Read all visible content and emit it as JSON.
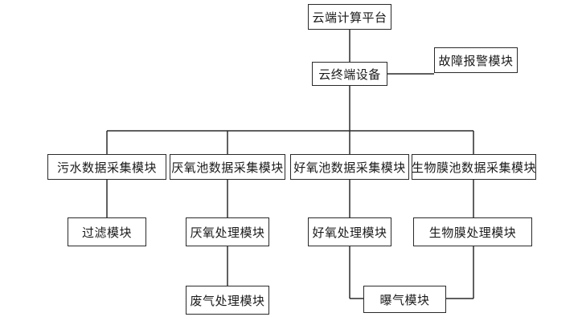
{
  "nodes": {
    "cloud": "云端计算平台",
    "terminal": "云终端设备",
    "alarm": "故障报警模块",
    "sewage": "污水数据采集模块",
    "anaerobic_data": "厌氧池数据采集模块",
    "aerobic_data": "好氧池数据采集模块",
    "biofilm_data": "生物膜池数据采集模块",
    "filter": "过滤模块",
    "anaerobic_proc": "厌氧处理模块",
    "aerobic_proc": "好氧处理模块",
    "biofilm_proc": "生物膜处理模块",
    "waste_gas": "废气处理模块",
    "aeration": "曝气模块"
  }
}
